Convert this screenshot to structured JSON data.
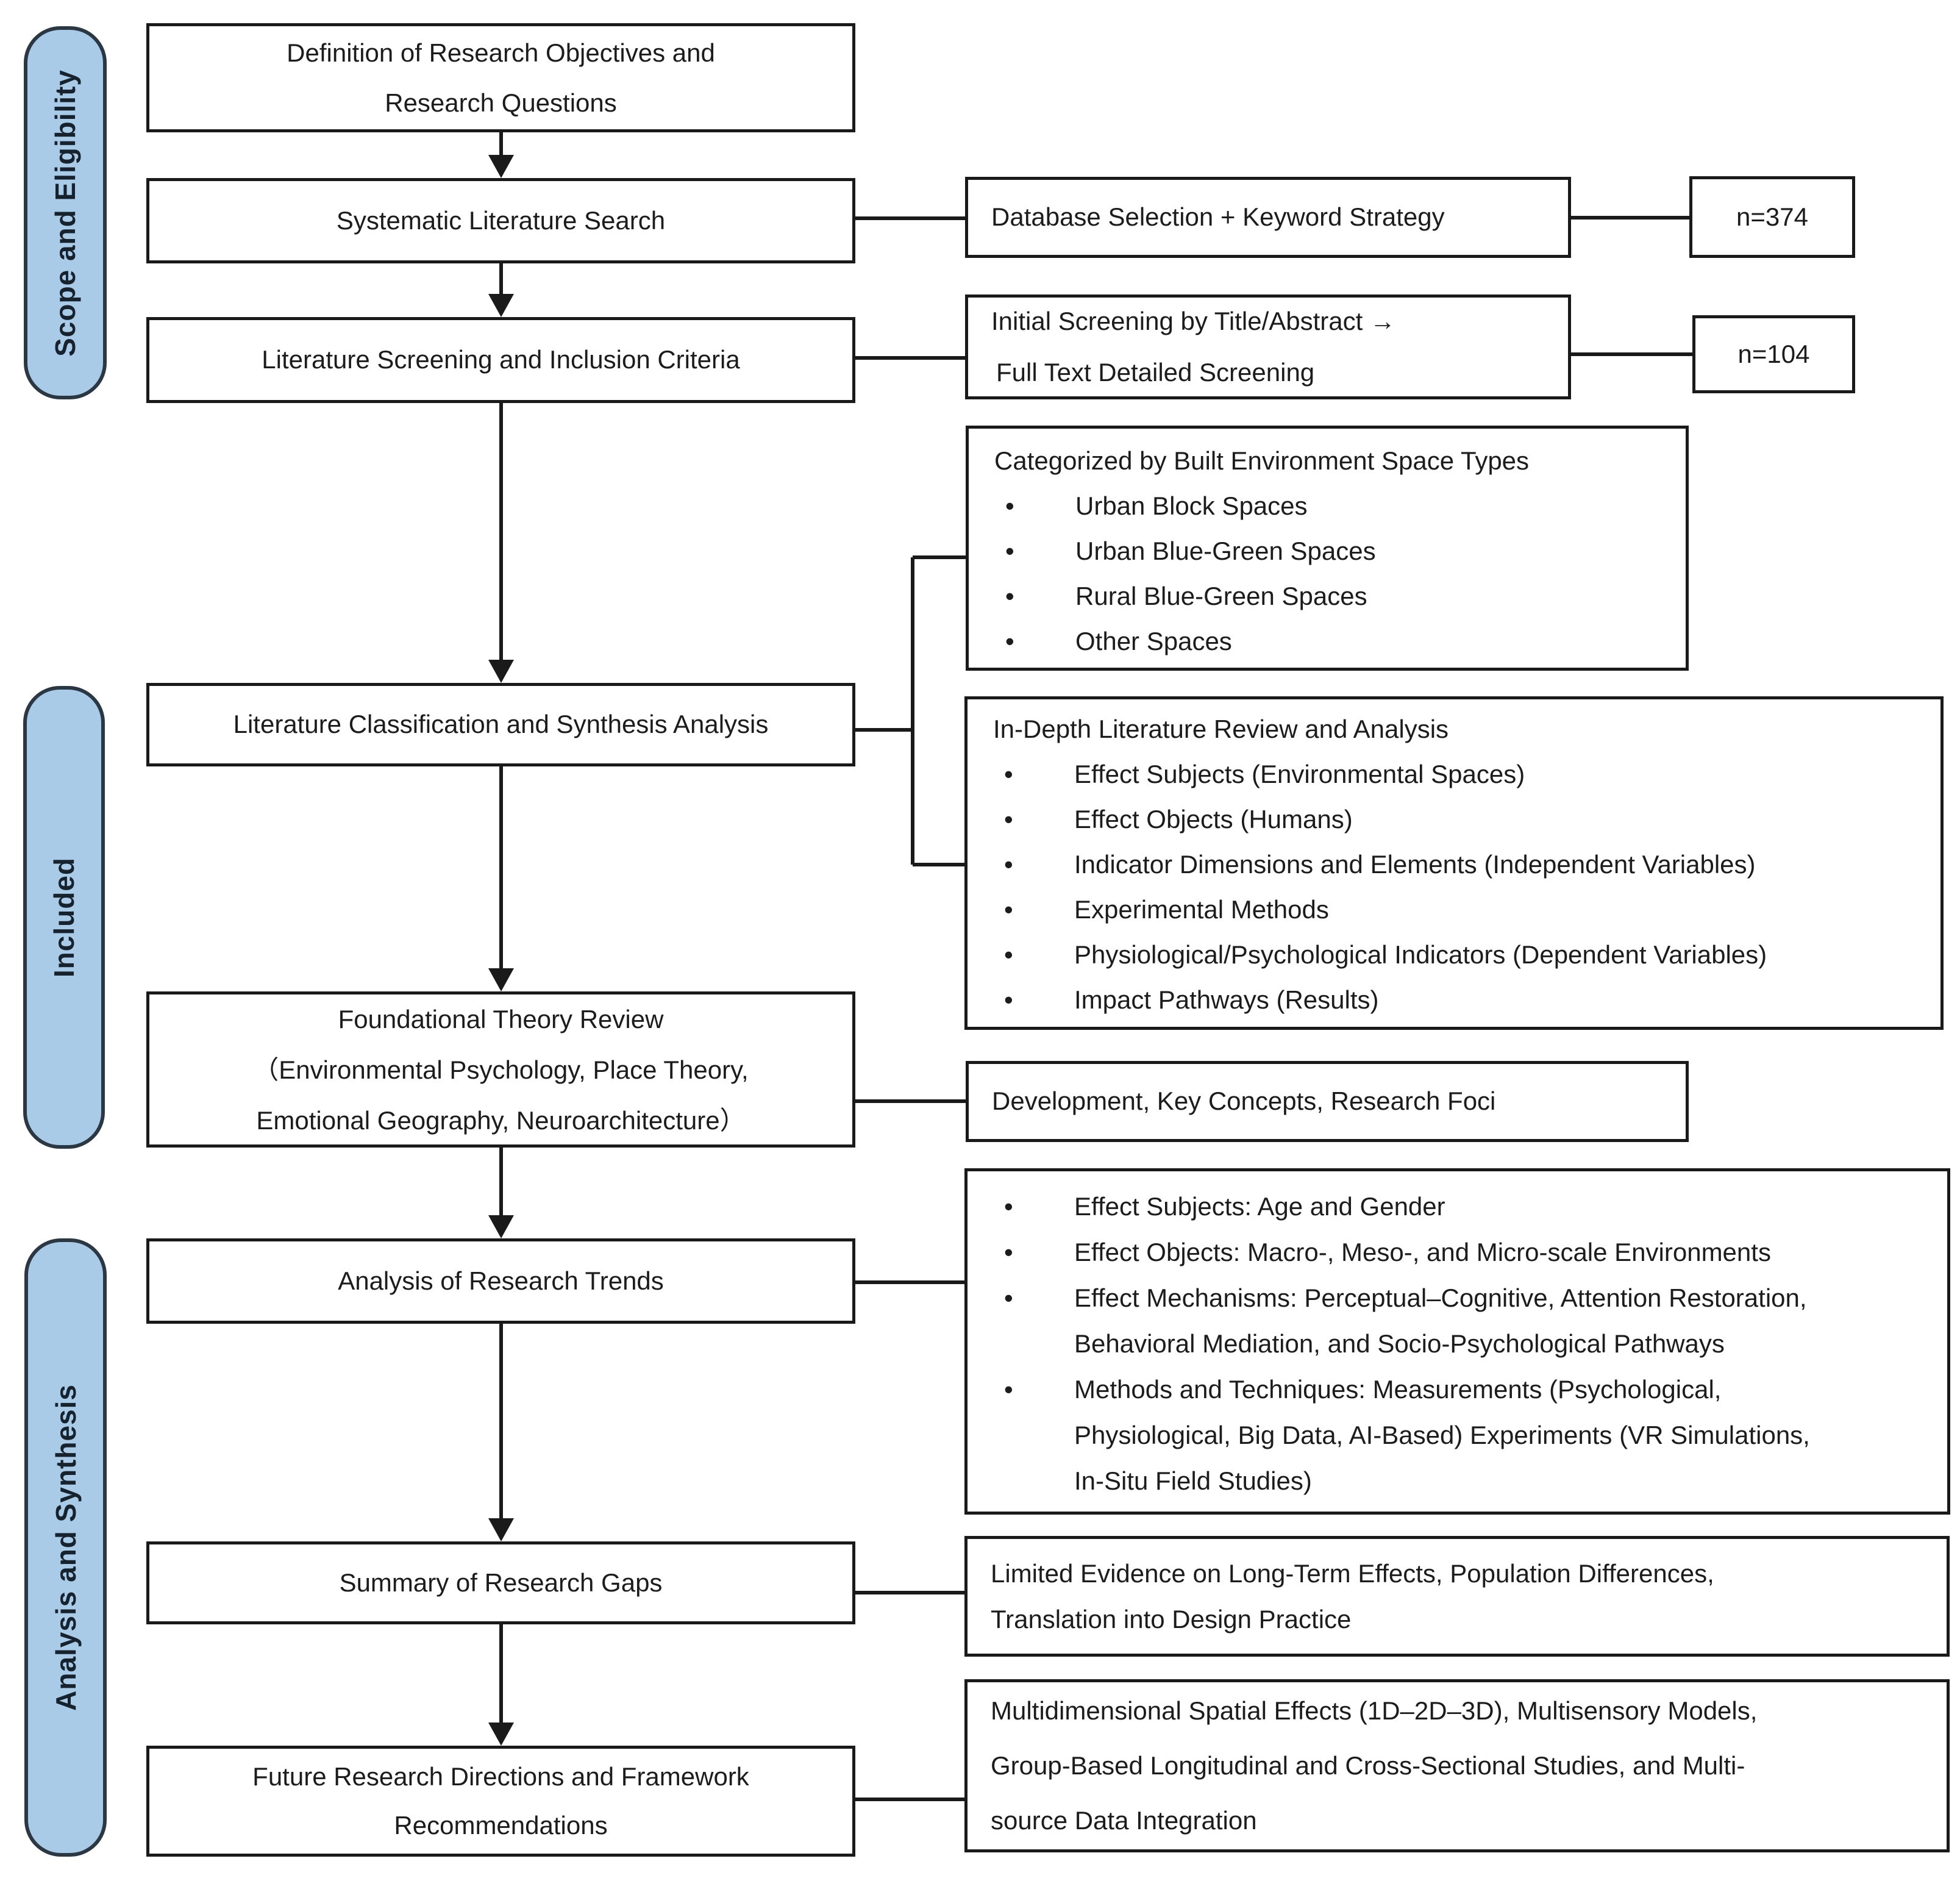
{
  "colors": {
    "ribbon_fill": "#A9CBE8",
    "ribbon_border": "#2b3844",
    "box_border": "#1a1a1a",
    "text": "#1c1c1c"
  },
  "sidebar": {
    "scope": "Scope and Eligibility",
    "included": "Included",
    "analysis": "Analysis and Synthesis"
  },
  "main": {
    "definition": {
      "lines": [
        "Definition of Research Objectives and",
        "Research Questions"
      ]
    },
    "search": {
      "label": "Systematic Literature Search"
    },
    "screening": {
      "label": "Literature Screening and Inclusion Criteria"
    },
    "classification": {
      "label": "Literature Classification and Synthesis Analysis"
    },
    "theory": {
      "lines": [
        "Foundational Theory Review",
        "（Environmental Psychology, Place Theory,",
        "Emotional Geography, Neuroarchitecture）"
      ]
    },
    "trends": {
      "label": "Analysis of Research Trends"
    },
    "gaps": {
      "label": "Summary of Research Gaps"
    },
    "future": {
      "lines": [
        "Future Research Directions and Framework",
        "Recommendations"
      ]
    }
  },
  "details": {
    "database": {
      "label": "Database Selection + Keyword Strategy",
      "count": "n=374"
    },
    "initial_screening": {
      "lines": [
        "Initial Screening by Title/Abstract →",
        "Full Text Detailed Screening"
      ],
      "count": "n=104"
    },
    "categorized": {
      "title": "Categorized by Built Environment Space Types",
      "bullets": [
        "Urban Block Spaces",
        "Urban Blue-Green Spaces",
        "Rural Blue-Green Spaces",
        "Other Spaces"
      ]
    },
    "in_depth": {
      "title": "In-Depth Literature Review and Analysis",
      "bullets": [
        "Effect Subjects (Environmental Spaces)",
        "Effect Objects (Humans)",
        "Indicator Dimensions and Elements (Independent Variables)",
        "Experimental Methods",
        "Physiological/Psychological Indicators (Dependent Variables)",
        "Impact Pathways (Results)"
      ]
    },
    "theory_detail": {
      "label": "Development, Key Concepts, Research Foci"
    },
    "trends_detail": {
      "bullets": [
        {
          "lines": [
            "Effect Subjects: Age and Gender"
          ]
        },
        {
          "lines": [
            "Effect Objects: Macro-, Meso-, and Micro-scale Environments"
          ]
        },
        {
          "lines": [
            "Effect Mechanisms: Perceptual–Cognitive, Attention Restoration,",
            "Behavioral Mediation, and Socio-Psychological Pathways"
          ]
        },
        {
          "lines": [
            "Methods and Techniques: Measurements (Psychological,",
            "Physiological, Big Data, AI-Based) Experiments (VR Simulations,",
            "In-Situ Field Studies)"
          ]
        }
      ]
    },
    "gaps_detail": {
      "lines": [
        "Limited Evidence on Long-Term Effects, Population Differences,",
        "Translation into Design Practice"
      ]
    },
    "future_detail": {
      "lines": [
        "Multidimensional Spatial Effects (1D–2D–3D), Multisensory Models,",
        "Group-Based Longitudinal and Cross-Sectional Studies, and Multi-",
        "source Data Integration"
      ]
    }
  }
}
